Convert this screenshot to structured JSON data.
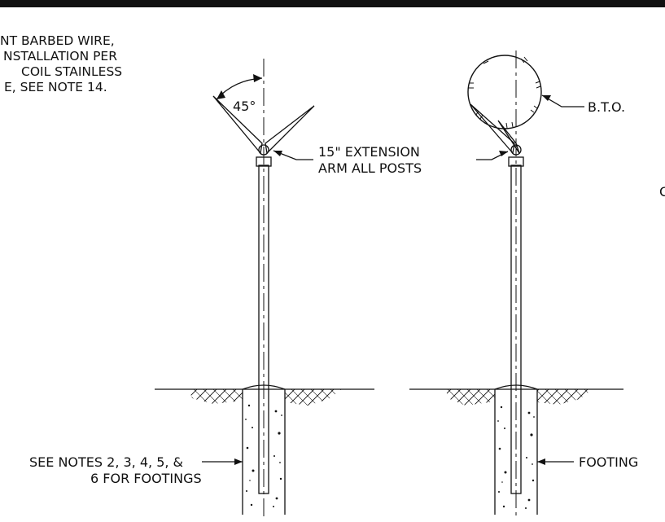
{
  "labels": {
    "top_left_1": "NT BARBED WIRE,",
    "top_left_2": "NSTALLATION PER",
    "top_left_3": "COIL STAINLESS",
    "top_left_4": "E, SEE NOTE 14.",
    "angle": "45°",
    "extension_1": "15\" EXTENSION",
    "extension_2": "ARM ALL POSTS",
    "bto": "B.T.O.",
    "notes_1": "SEE NOTES 2, 3, 4, 5, &",
    "notes_2": "6 FOR FOOTINGS",
    "footing": "FOOTING",
    "edge_char": "C"
  },
  "colors": {
    "ink": "#111111",
    "background": "#ffffff"
  }
}
